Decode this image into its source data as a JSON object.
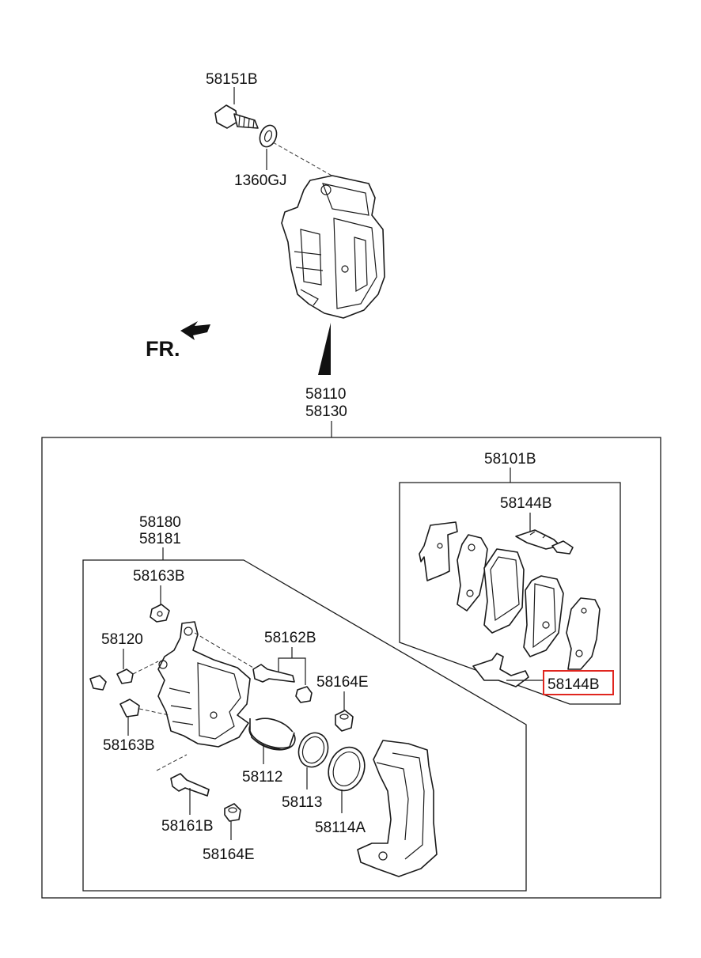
{
  "direction_label": "FR.",
  "callouts": {
    "c58151b": "58151B",
    "c1360gj": "1360GJ",
    "c58110": "58110",
    "c58130": "58130",
    "c58101b": "58101B",
    "c58144b_top": "58144B",
    "c58144b_bottom": "58144B",
    "c58180": "58180",
    "c58181": "58181",
    "c58163b_top": "58163B",
    "c58120": "58120",
    "c58162b": "58162B",
    "c58164e_top": "58164E",
    "c58163b_bottom": "58163B",
    "c58112": "58112",
    "c58113": "58113",
    "c58161b": "58161B",
    "c58114a": "58114A",
    "c58164e_bottom": "58164E"
  },
  "colors": {
    "highlight": "#e0261f",
    "line": "#1a1a1a"
  }
}
